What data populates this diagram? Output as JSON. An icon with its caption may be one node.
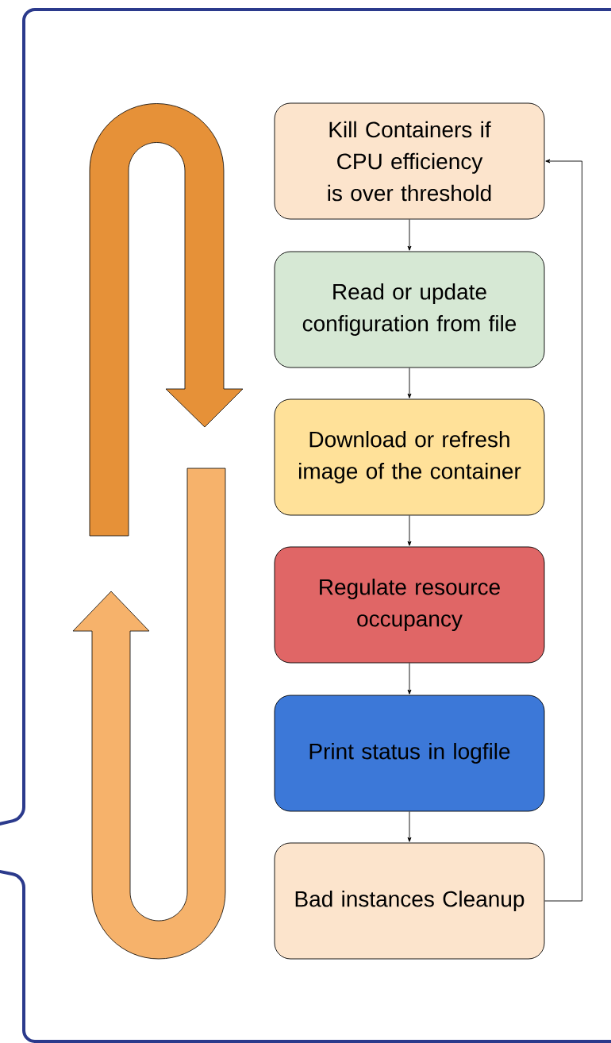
{
  "diagram": {
    "nodes": [
      {
        "text": [
          "Kill Containers if CPU efficiency is over threshold"
        ]
      },
      {
        "text": [
          "Read or update configuration from file"
        ]
      },
      {
        "text": [
          "Download or refresh image of the container"
        ]
      },
      {
        "text": [
          "Regulate resource occupancy"
        ]
      },
      {
        "text": [
          "Print status in logfile"
        ]
      },
      {
        "text": [
          "Bad instances Cleanup"
        ]
      }
    ],
    "edges": [
      {
        "from": 0,
        "to": 1,
        "arrow": "to"
      },
      {
        "from": 1,
        "to": 2,
        "arrow": "to"
      },
      {
        "from": 2,
        "to": 3,
        "arrow": "to"
      },
      {
        "from": 3,
        "to": 4,
        "arrow": "to"
      },
      {
        "from": 4,
        "to": 5,
        "arrow": "to"
      },
      {
        "from": 5,
        "to": 0,
        "arrow": "to"
      }
    ]
  }
}
